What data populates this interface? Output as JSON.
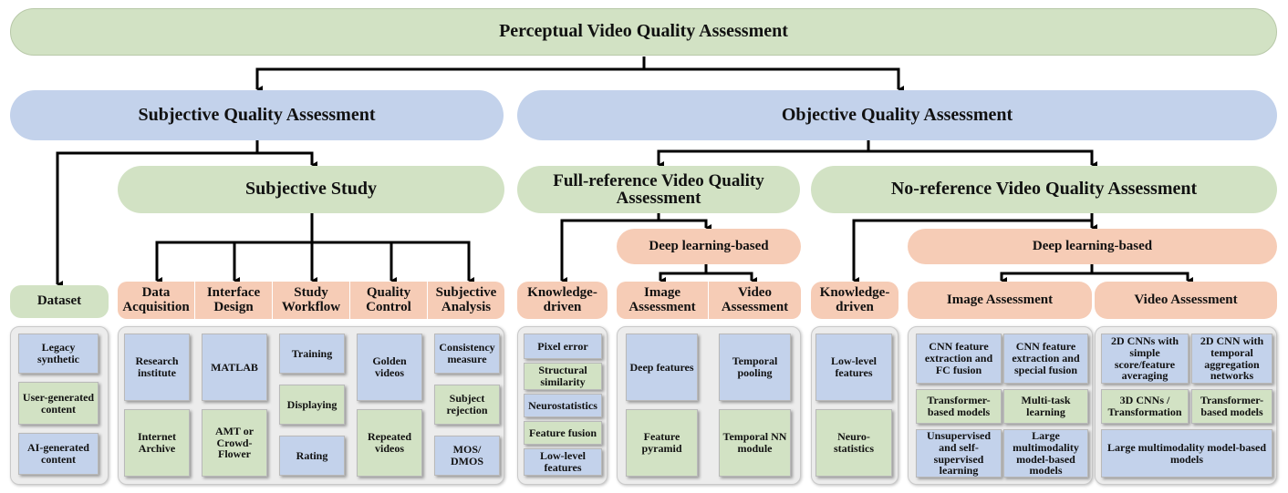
{
  "root": "Perceptual Video Quality Assessment",
  "subjective": {
    "title": "Subjective Quality Assessment",
    "study": "Subjective Study",
    "dataset": {
      "title": "Dataset",
      "items": [
        "Legacy synthetic",
        "User-generated content",
        "AI-generated content"
      ]
    },
    "data_acquisition": {
      "title": "Data Acquisition",
      "items": [
        "Research institute",
        "Internet Archive"
      ]
    },
    "interface_design": {
      "title": "Interface Design",
      "items": [
        "MATLAB",
        "AMT or Crowd-Flower"
      ]
    },
    "study_workflow": {
      "title": "Study Workflow",
      "items": [
        "Training",
        "Displaying",
        "Rating"
      ]
    },
    "quality_control": {
      "title": "Quality Control",
      "items": [
        "Golden videos",
        "Repeated videos"
      ]
    },
    "subjective_analysis": {
      "title": "Subjective Analysis",
      "items": [
        "Consistency measure",
        "Subject rejection",
        "MOS/ DMOS"
      ]
    }
  },
  "objective": {
    "title": "Objective Quality Assessment",
    "full_reference": {
      "title": "Full-reference Video Quality Assessment",
      "deep": "Deep learning-based",
      "knowledge": {
        "title": "Knowledge-driven",
        "items": [
          "Pixel error",
          "Structural similarity",
          "Neurostatistics",
          "Feature fusion",
          "Low-level features"
        ]
      },
      "image": {
        "title": "Image Assessment",
        "items": [
          "Deep features",
          "Feature pyramid"
        ]
      },
      "video": {
        "title": "Video Assessment",
        "items": [
          "Temporal pooling",
          "Temporal NN module"
        ]
      }
    },
    "no_reference": {
      "title": "No-reference Video Quality Assessment",
      "deep": "Deep learning-based",
      "knowledge": {
        "title": "Knowledge-driven",
        "items": [
          "Low-level features",
          "Neuro-statistics"
        ]
      },
      "image": {
        "title": "Image Assessment",
        "items": [
          "CNN feature extraction and FC fusion",
          "CNN feature extraction and special fusion",
          "Transformer-based models",
          "Multi-task learning",
          "Unsupervised and self-supervised learning",
          "Large multimodality model-based models"
        ]
      },
      "video": {
        "title": "Video Assessment",
        "items": [
          "2D CNNs with simple score/feature averaging",
          "2D CNN with temporal aggregation networks",
          "3D CNNs / Transformation",
          "Transformer-based models",
          "Large multimodality model-based models"
        ]
      }
    }
  }
}
